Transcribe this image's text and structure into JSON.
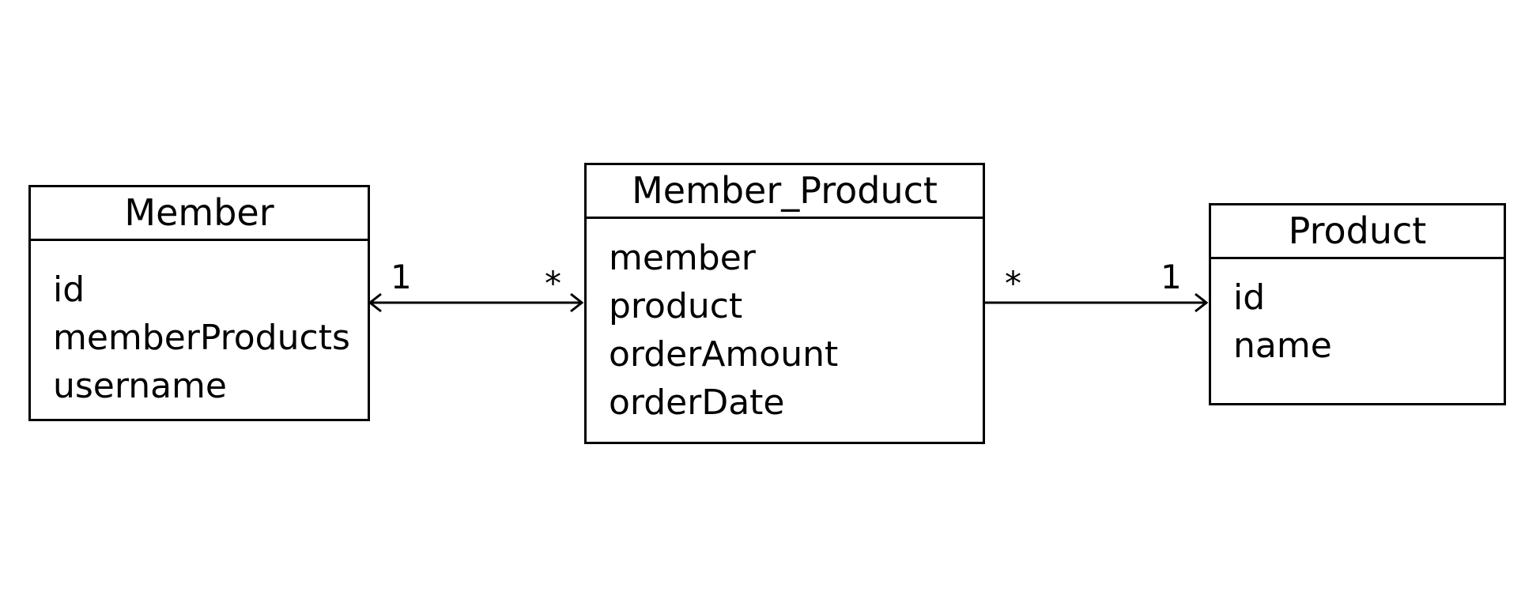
{
  "diagram": {
    "type": "class-diagram",
    "entities": [
      {
        "id": "member",
        "title": "Member",
        "fields": [
          "id",
          "memberProducts",
          "username"
        ]
      },
      {
        "id": "member-product",
        "title": "Member_Product",
        "fields": [
          "member",
          "product",
          "orderAmount",
          "orderDate"
        ]
      },
      {
        "id": "product",
        "title": "Product",
        "fields": [
          "id",
          "name"
        ]
      }
    ],
    "relationships": [
      {
        "from": "Member",
        "to": "Member_Product",
        "from_multiplicity": "1",
        "to_multiplicity": "*",
        "navigation": "bidirectional"
      },
      {
        "from": "Member_Product",
        "to": "Product",
        "from_multiplicity": "*",
        "to_multiplicity": "1",
        "navigation": "to-product"
      }
    ],
    "colors": {
      "line": "#000000",
      "text": "#000000",
      "background": "#ffffff"
    }
  }
}
